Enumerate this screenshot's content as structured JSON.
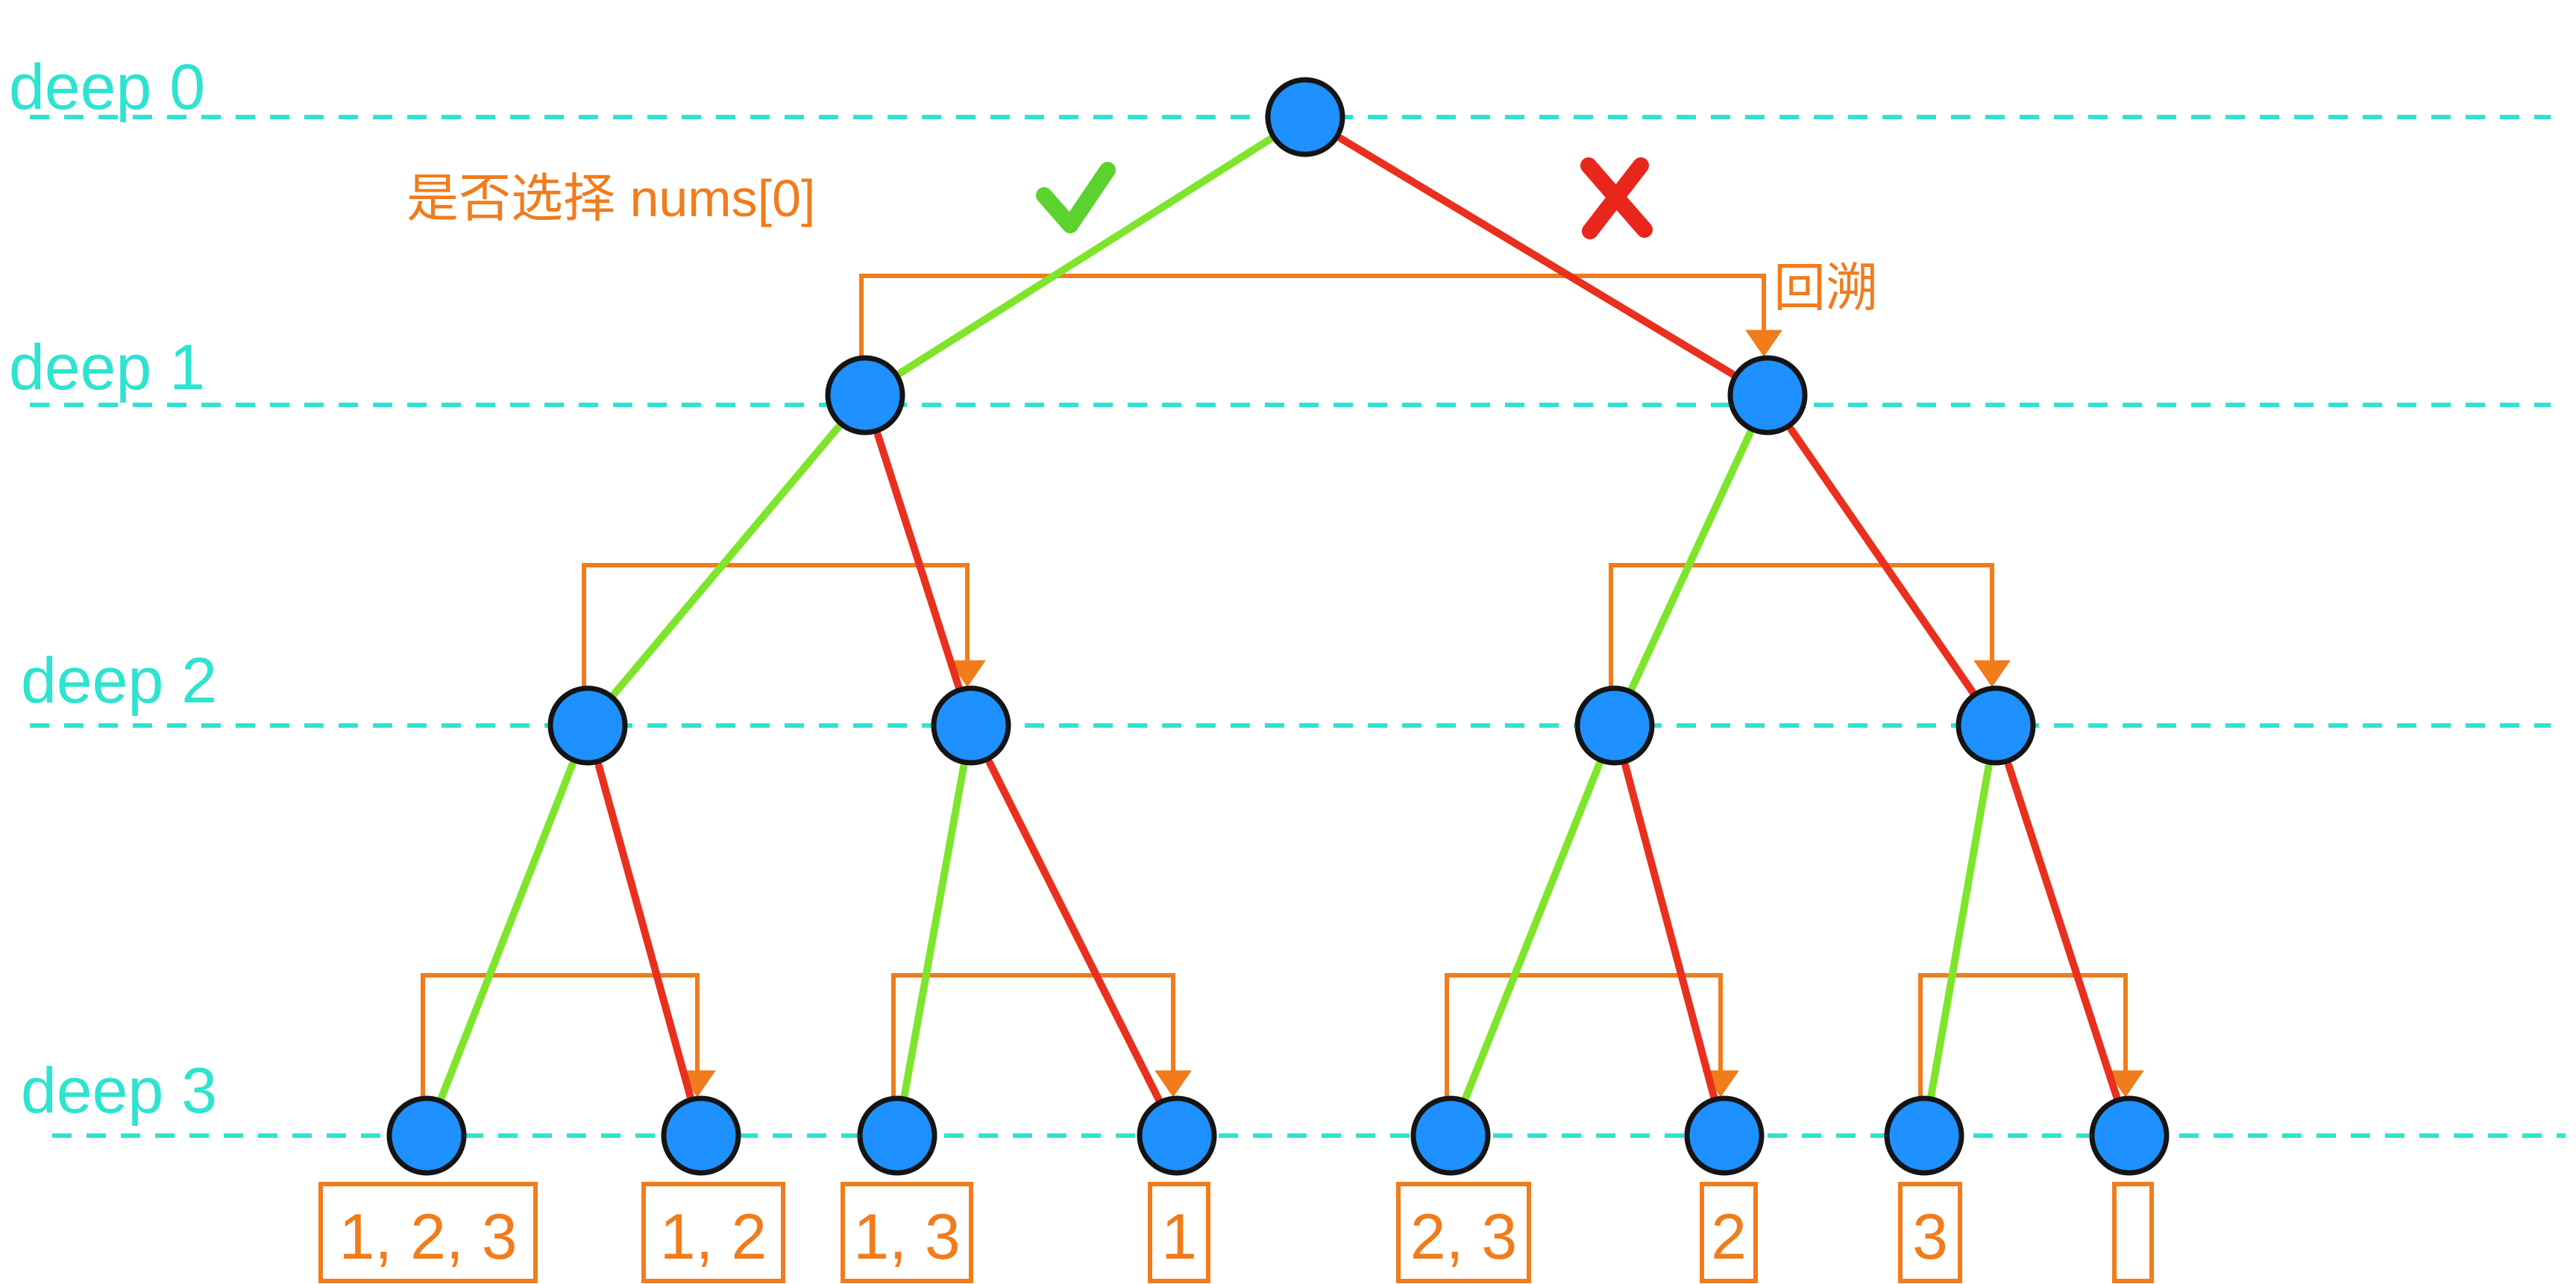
{
  "colors": {
    "guide": "#2ee3cf",
    "node_fill": "#1e90ff",
    "node_stroke": "#141414",
    "choose": "#7fe52c",
    "skip": "#e9301e",
    "backtrack": "#f07c1c",
    "check_mark": "#5cd22e",
    "cross_mark": "#e8261c"
  },
  "levels": [
    {
      "label": "deep 0"
    },
    {
      "label": "deep 1"
    },
    {
      "label": "deep 2"
    },
    {
      "label": "deep 3"
    }
  ],
  "annotations": {
    "choose_question": "是否选择 nums[0]",
    "backtrack": "回溯",
    "check_icon": "check-icon",
    "cross_icon": "cross-icon"
  },
  "nodes": [
    {
      "id": "root",
      "depth": 0
    },
    {
      "id": "d1-include",
      "depth": 1
    },
    {
      "id": "d1-exclude",
      "depth": 1
    },
    {
      "id": "d2-a",
      "depth": 2
    },
    {
      "id": "d2-b",
      "depth": 2
    },
    {
      "id": "d2-c",
      "depth": 2
    },
    {
      "id": "d2-d",
      "depth": 2
    },
    {
      "id": "leaf-1",
      "depth": 3
    },
    {
      "id": "leaf-2",
      "depth": 3
    },
    {
      "id": "leaf-3",
      "depth": 3
    },
    {
      "id": "leaf-4",
      "depth": 3
    },
    {
      "id": "leaf-5",
      "depth": 3
    },
    {
      "id": "leaf-6",
      "depth": 3
    },
    {
      "id": "leaf-7",
      "depth": 3
    },
    {
      "id": "leaf-8",
      "depth": 3
    }
  ],
  "edges": [
    {
      "from": "root",
      "to": "d1-include",
      "choice": "include"
    },
    {
      "from": "root",
      "to": "d1-exclude",
      "choice": "exclude"
    },
    {
      "from": "d1-include",
      "to": "d2-a",
      "choice": "include"
    },
    {
      "from": "d1-include",
      "to": "d2-b",
      "choice": "exclude"
    },
    {
      "from": "d1-exclude",
      "to": "d2-c",
      "choice": "include"
    },
    {
      "from": "d1-exclude",
      "to": "d2-d",
      "choice": "exclude"
    },
    {
      "from": "d2-a",
      "to": "leaf-1",
      "choice": "include"
    },
    {
      "from": "d2-a",
      "to": "leaf-2",
      "choice": "exclude"
    },
    {
      "from": "d2-b",
      "to": "leaf-3",
      "choice": "include"
    },
    {
      "from": "d2-b",
      "to": "leaf-4",
      "choice": "exclude"
    },
    {
      "from": "d2-c",
      "to": "leaf-5",
      "choice": "include"
    },
    {
      "from": "d2-c",
      "to": "leaf-6",
      "choice": "exclude"
    },
    {
      "from": "d2-d",
      "to": "leaf-7",
      "choice": "include"
    },
    {
      "from": "d2-d",
      "to": "leaf-8",
      "choice": "exclude"
    }
  ],
  "subsets": [
    "1, 2, 3",
    "1, 2",
    "1, 3",
    "1",
    "2, 3",
    "2",
    "3",
    ""
  ]
}
